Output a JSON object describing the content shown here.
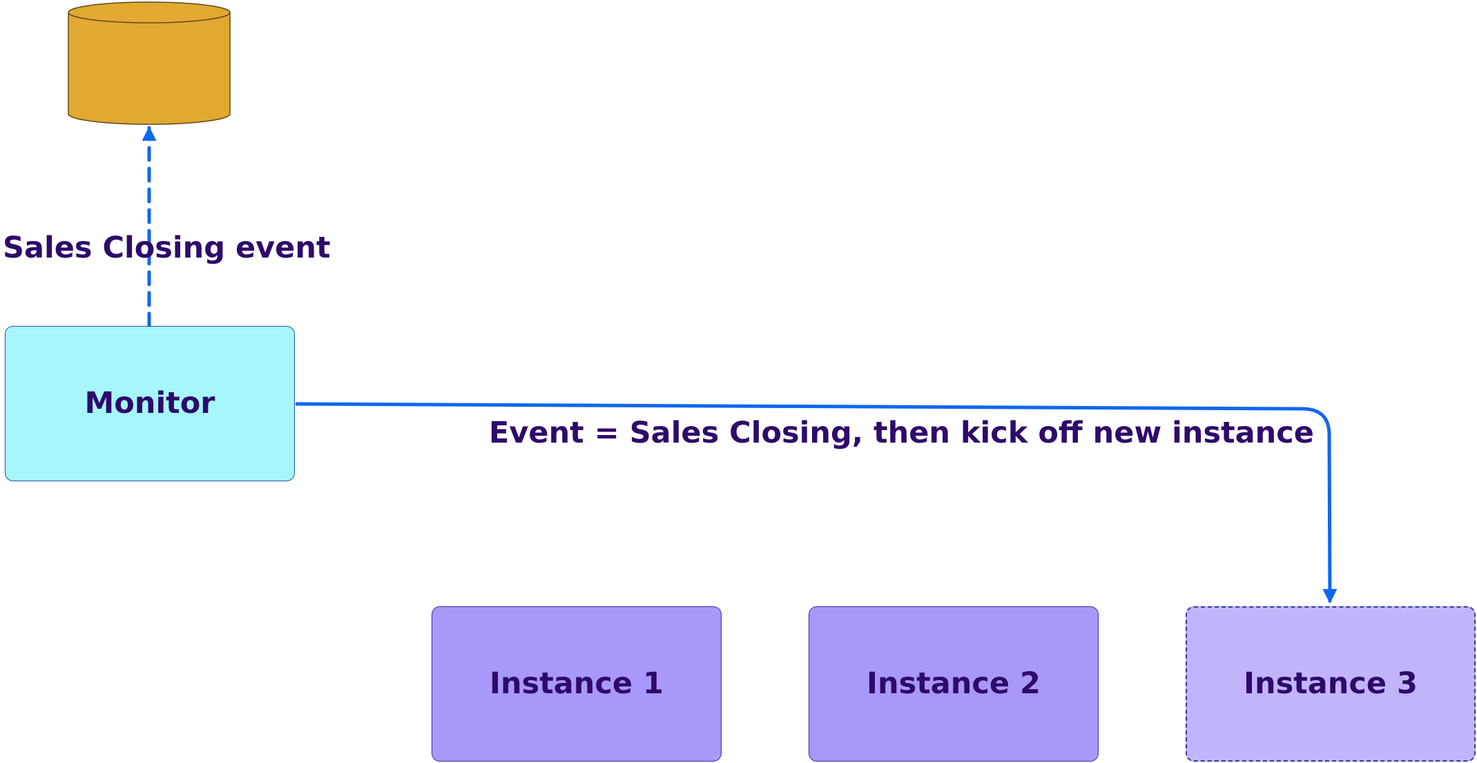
{
  "colors": {
    "connector": "#0f67f0",
    "text": "#2e0a6b",
    "database_fill": "#e3a830",
    "monitor_fill": "#a5f7f9",
    "instance_fill": "#a898f8",
    "pending_instance_fill": "#c2b4fb"
  },
  "icons": {
    "database": "database-cylinder-icon"
  },
  "nodes": {
    "monitor": "Monitor",
    "instance_1": "Instance 1",
    "instance_2": "Instance 2",
    "instance_3": "Instance 3"
  },
  "edges": {
    "monitor_to_database": "Sales Closing event",
    "monitor_to_instance_3": "Event = Sales Closing, then kick off new instance"
  }
}
